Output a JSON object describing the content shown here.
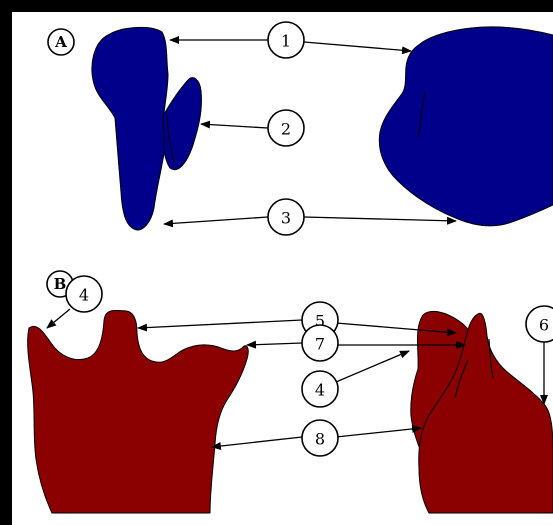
{
  "panels": [
    {
      "letter": "A"
    },
    {
      "letter": "B"
    }
  ],
  "colors": {
    "panel_a_fill": "#00008b",
    "panel_b_fill": "#8b0000",
    "background": "#ffffff",
    "frame": "#000000"
  },
  "labels": {
    "a1": "1",
    "a2": "2",
    "a3": "3",
    "b4_top": "4",
    "b5": "5",
    "b6": "6",
    "b7": "7",
    "b4_mid": "4",
    "b8": "8"
  }
}
